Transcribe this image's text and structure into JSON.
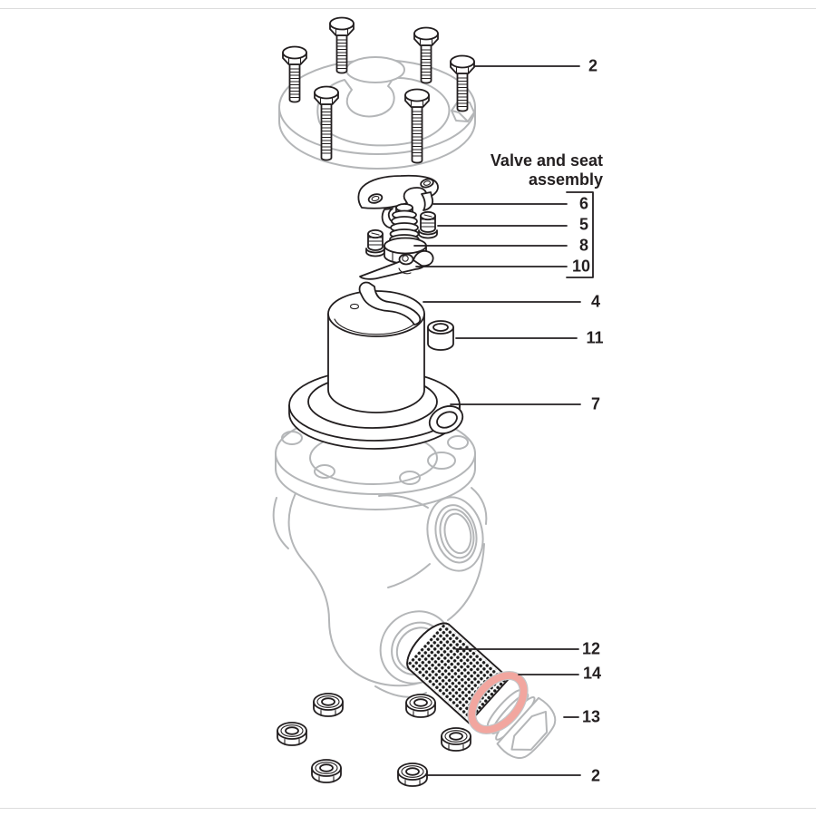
{
  "diagram": {
    "assembly_note": {
      "line1": "Valve and seat",
      "line2": "assembly"
    },
    "callouts": [
      {
        "label": "2"
      },
      {
        "label": "6"
      },
      {
        "label": "5"
      },
      {
        "label": "8"
      },
      {
        "label": "10"
      },
      {
        "label": "4"
      },
      {
        "label": "11"
      },
      {
        "label": "7"
      },
      {
        "label": "12"
      },
      {
        "label": "14"
      },
      {
        "label": "13"
      },
      {
        "label": "2"
      }
    ],
    "colors": {
      "line": "#231f20",
      "ghost_body": "#b4b6b8",
      "o_ring": "#f2a69f"
    }
  }
}
